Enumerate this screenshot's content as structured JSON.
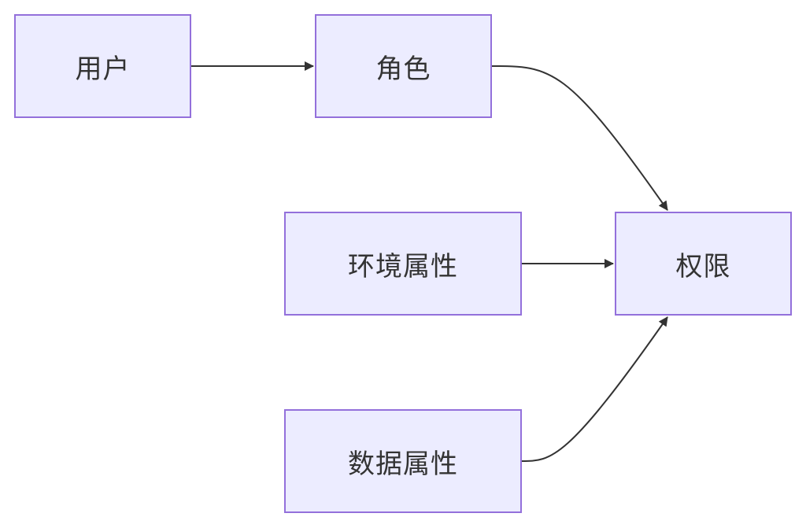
{
  "diagram": {
    "type": "flowchart",
    "direction": "left-to-right",
    "colors": {
      "node_fill": "#ececff",
      "node_border": "#9370db",
      "text": "#333333",
      "edge": "#333333"
    },
    "nodes": {
      "user": {
        "label": "用户"
      },
      "role": {
        "label": "角色"
      },
      "env": {
        "label": "环境属性"
      },
      "perm": {
        "label": "权限"
      },
      "data": {
        "label": "数据属性"
      }
    },
    "edges": [
      {
        "from": "用户",
        "to": "角色"
      },
      {
        "from": "角色",
        "to": "权限"
      },
      {
        "from": "环境属性",
        "to": "权限"
      },
      {
        "from": "数据属性",
        "to": "权限"
      }
    ]
  }
}
